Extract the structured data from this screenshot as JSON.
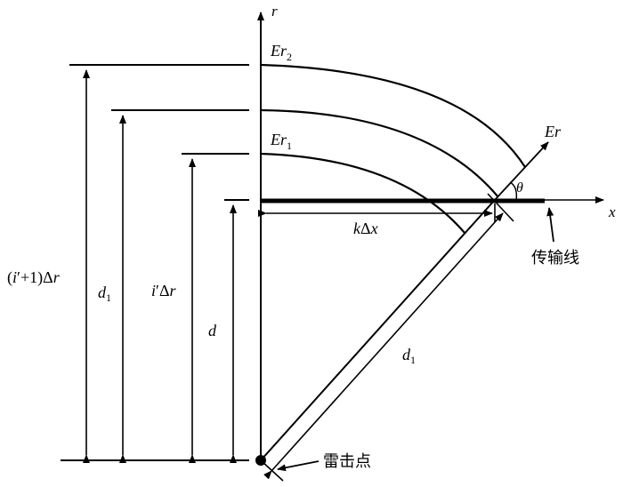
{
  "axes": {
    "r": "r",
    "x": "x",
    "er": "Er"
  },
  "curves": {
    "er2": {
      "base": "Er",
      "sub": "2"
    },
    "er1": {
      "base": "Er",
      "sub": "1"
    }
  },
  "angle": "θ",
  "dimensions": {
    "i1dr": {
      "pre": "(",
      "i": "i",
      "post": "′+1)Δ",
      "r": "r"
    },
    "d1_left": {
      "base": "d",
      "sub": "1"
    },
    "idr": {
      "i": "i",
      "post": "′Δ",
      "r": "r"
    },
    "d": "d",
    "kdx": {
      "k": "k",
      "delta": "Δ",
      "x": "x"
    },
    "d1_diag": {
      "base": "d",
      "sub": "1"
    }
  },
  "annotations": {
    "line": "传输线",
    "strike": "雷击点"
  }
}
